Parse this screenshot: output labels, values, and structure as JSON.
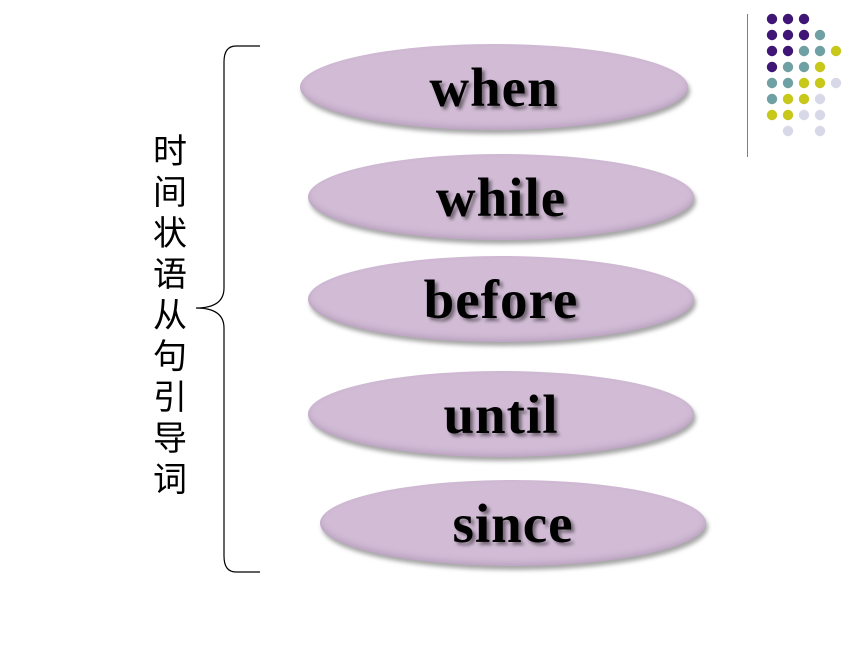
{
  "heading_vertical": "时间状语从句引导词",
  "conjunctions": [
    "when",
    "while",
    "before",
    "until",
    "since"
  ],
  "colors": {
    "oval_fill": "#d1bbd5",
    "dot_purple": "#3f1575",
    "dot_teal": "#6fa1a4",
    "dot_yellow": "#c8c81a",
    "dot_lavender": "#d8d8e8"
  }
}
